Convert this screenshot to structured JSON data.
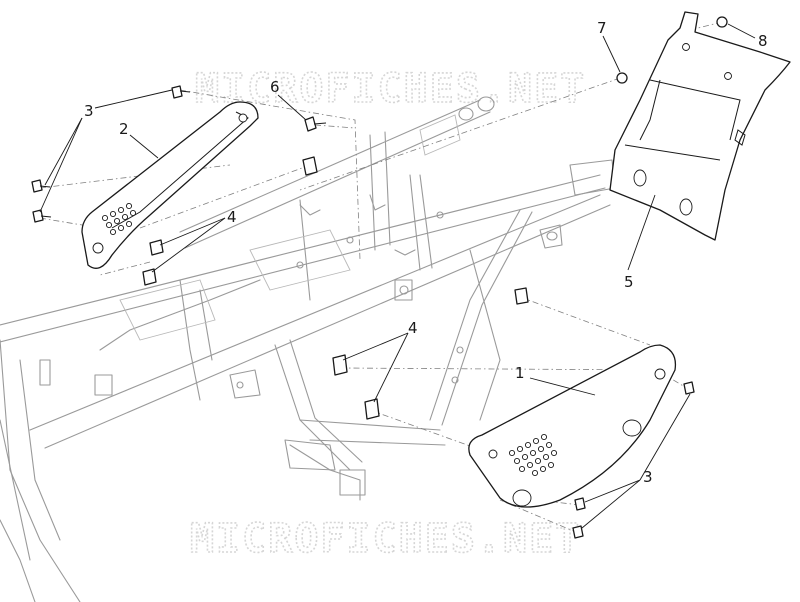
{
  "watermark": {
    "text": "MICROFICHES.NET"
  },
  "callouts": [
    {
      "id": "c-3a",
      "label": "3"
    },
    {
      "id": "c-2",
      "label": "2"
    },
    {
      "id": "c-6",
      "label": "6"
    },
    {
      "id": "c-4a",
      "label": "4"
    },
    {
      "id": "c-7",
      "label": "7"
    },
    {
      "id": "c-8",
      "label": "8"
    },
    {
      "id": "c-5",
      "label": "5"
    },
    {
      "id": "c-4b",
      "label": "4"
    },
    {
      "id": "c-1",
      "label": "1"
    },
    {
      "id": "c-3b",
      "label": "3"
    }
  ],
  "colors": {
    "part_outline": "#1a1a1a",
    "frame_outline": "#9a9a9a",
    "watermark": "#d6d6d6"
  }
}
